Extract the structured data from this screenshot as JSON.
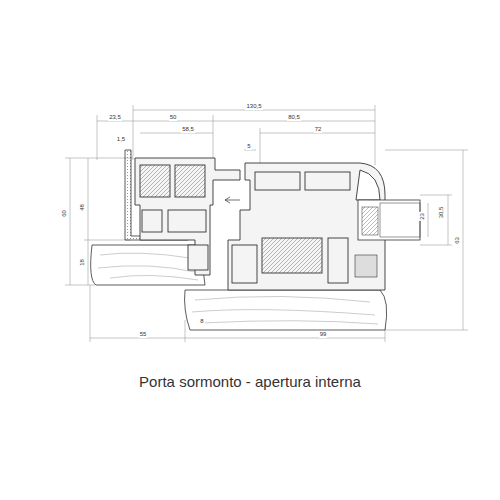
{
  "diagram": {
    "caption": "Porta sormonto - apertura interna",
    "labels": [
      "130,5",
      "23,5",
      "50",
      "80,5",
      "1,5",
      "58,5",
      "72",
      "5",
      "60",
      "48",
      "18",
      "30,5",
      "23",
      "63",
      "55",
      "8",
      "99"
    ]
  }
}
